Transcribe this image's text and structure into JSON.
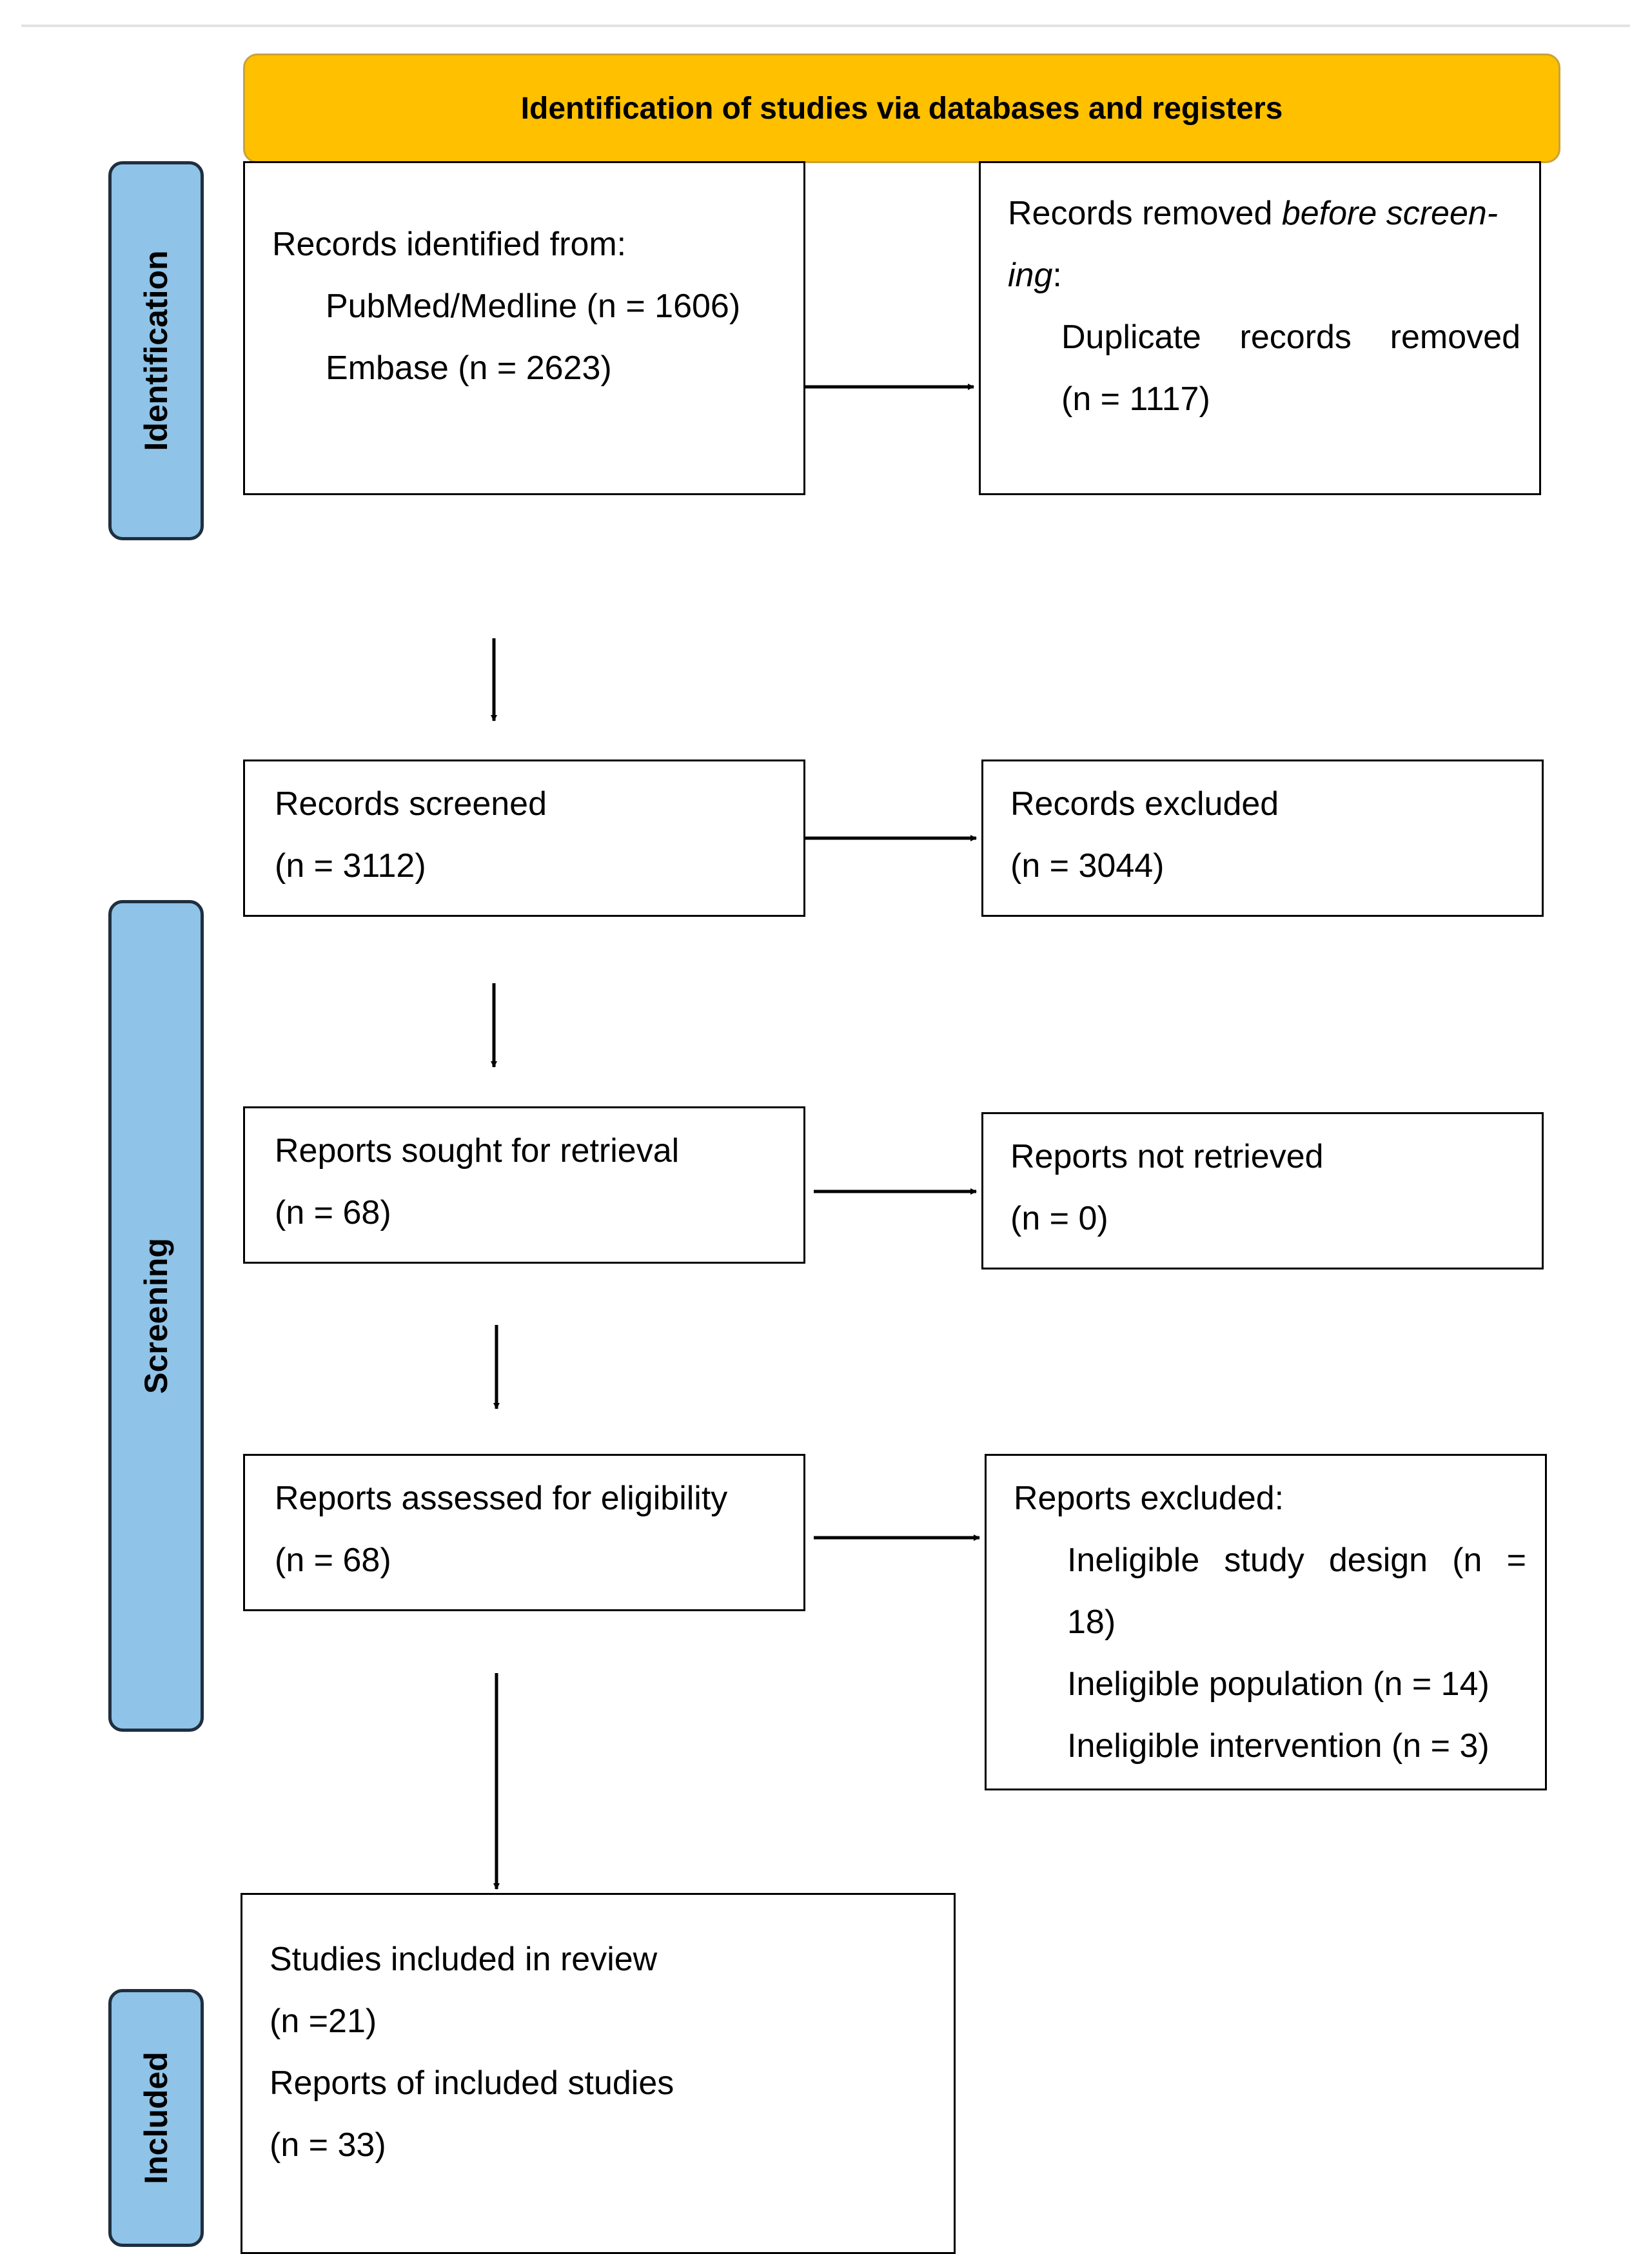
{
  "header": {
    "title": "Identification of studies via databases and registers"
  },
  "phases": {
    "identification": "Identification",
    "screening": "Screening",
    "included": "Included"
  },
  "identified": {
    "heading": "Records identified from:",
    "pubmed": "PubMed/Medline (n = 1606)",
    "embase": "Embase (n = 2623)"
  },
  "removed": {
    "heading_pre": "Records removed ",
    "heading_italic": "before screen-",
    "line2_italic": "ing",
    "line2_post": ":",
    "duplicate": "Duplicate records removed",
    "duplicate_n": "(n = 1117)"
  },
  "screened": {
    "label": "Records screened",
    "n": "(n = 3112)"
  },
  "excluded_records": {
    "label": "Records excluded",
    "n": "(n = 3044)"
  },
  "sought": {
    "label": "Reports sought for retrieval",
    "n": "(n = 68)"
  },
  "not_retrieved": {
    "label": "Reports not retrieved",
    "n": "(n = 0)"
  },
  "assessed": {
    "label": "Reports assessed for eligibility",
    "n": "(n = 68)"
  },
  "reports_excluded": {
    "heading": "Reports excluded:",
    "design": "Ineligible study design (n =",
    "design_n": "18)",
    "population": "Ineligible population (n = 14)",
    "intervention": "Ineligible intervention (n = 3)"
  },
  "included": {
    "studies_label": "Studies included in review",
    "studies_n": "(n =21)",
    "reports_label": "Reports of included studies",
    "reports_n": "(n = 33)"
  }
}
